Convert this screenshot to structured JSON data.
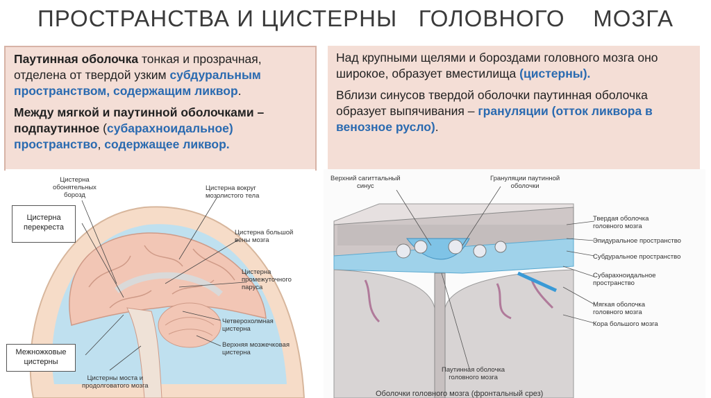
{
  "title": "ПРОСТРАНСТВА И ЦИСТЕРНЫ   ГОЛОВНОГО    МОЗГА",
  "left_box": {
    "p1_term": "Паутинная оболочка",
    "p1_text1": " тонкая и прозрачная, отделена от твердой узким ",
    "p1_blue": "субдуральным пространством, содержащим ликвор",
    "p1_end": ".",
    "p2_bold": "Между мягкой и паутинной оболочками – подпаутинное",
    "p2_open": " (",
    "p2_blue1": "субарахноидальное)",
    "p2_blue2": "пространство",
    "p2_comma": ", ",
    "p2_blue3": "содержащее ликвор."
  },
  "right_box": {
    "p1_text": "Над крупными щелями и бороздами головного мозга оно широкое, образует вместилища ",
    "p1_blue": "(цистерны).",
    "p2_text": "Вблизи синусов твердой оболочки паутинная оболочка образует выпячивания – ",
    "p2_blue": "грануляции (отток ликвора  в венозное русло)",
    "p2_end": "."
  },
  "left_figure": {
    "labels": {
      "olfactory": "Цистерна\nобонятельных\nборозд",
      "callosum": "Цистерна вокруг\nмозолистого тела",
      "great_vein": "Цистерна большой\nвены мозга",
      "velum": "Цистерна\nпромежуточного\nпаруса",
      "quadrigeminal": "Четверохолмная\nцистерна",
      "cerebellar": "Верхняя мозжечковая\nцистерна",
      "pons": "Цистерны моста и\nпродолговатого мозга"
    },
    "callout_chiasm": "Цистерна\nперекреста",
    "callout_interped": "Межножковые\nцистерны"
  },
  "right_figure": {
    "labels": {
      "sagittal": "Верхний сагиттальный\nсинус",
      "granulations": "Грануляции паутинной\nоболочки",
      "dura": "Твердая оболочка\nголовного мозга",
      "epidural": "Эпидуральное пространство",
      "subdural": "Субдуральное пространство",
      "subarachnoid": "Субарахноидальное\nпространство",
      "pia": "Мягкая оболочка\nголовного мозга",
      "cortex": "Кора большого мозга",
      "arachnoid": "Паутинная оболочка\nголовного мозга"
    },
    "caption": "Оболочки головного мозга (фронтальный срез)"
  }
}
